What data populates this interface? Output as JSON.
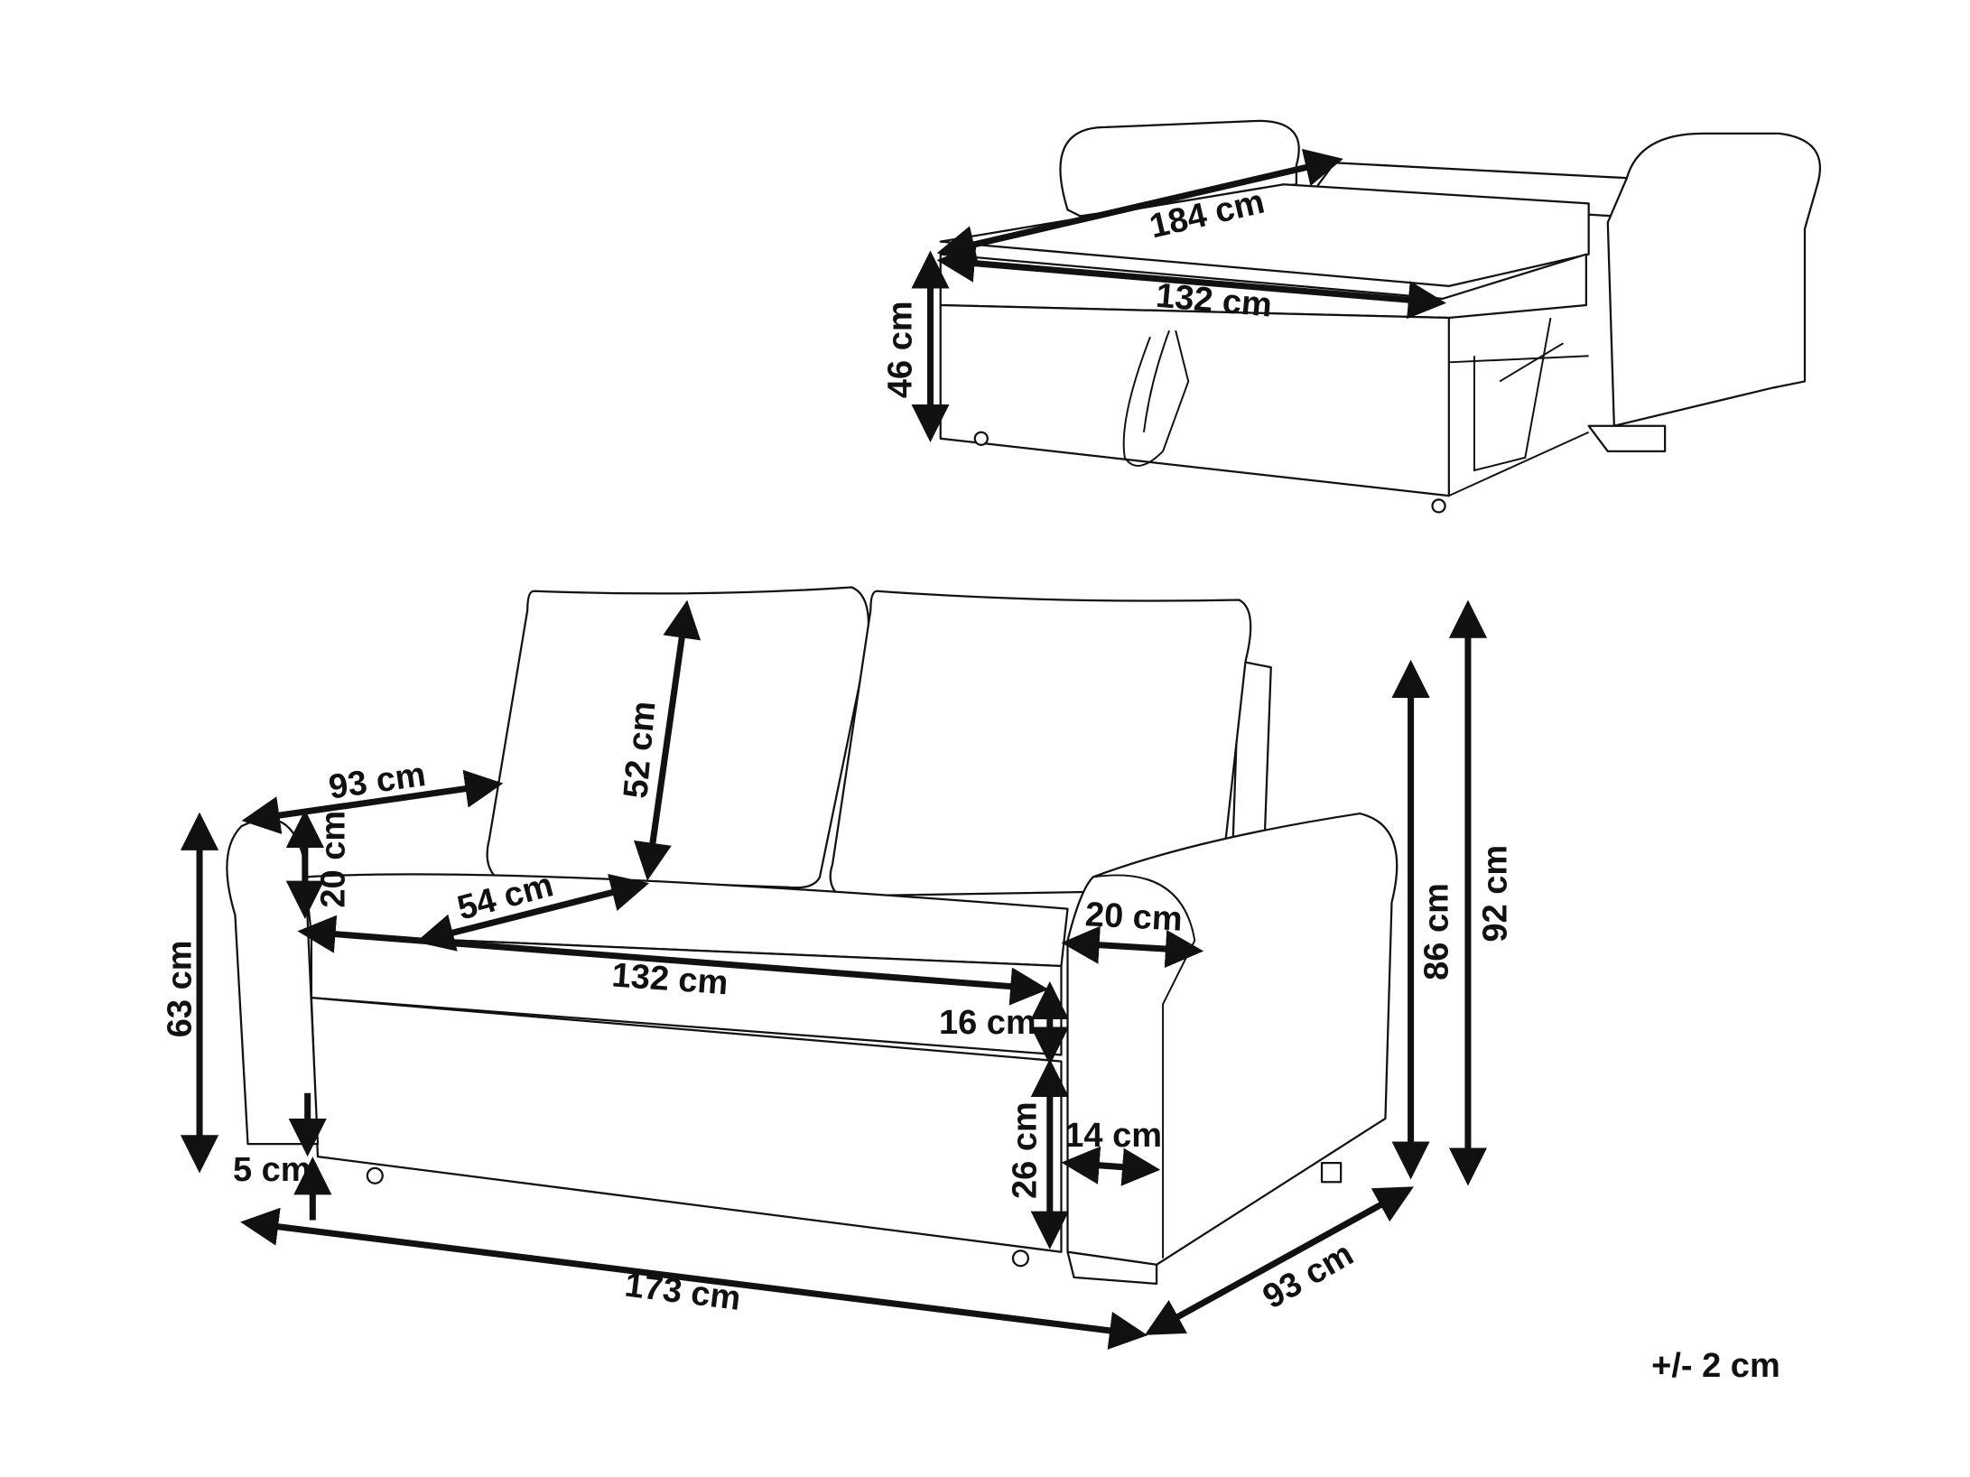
{
  "title": "Sofa bed dimensions",
  "bed_view": {
    "length_label": "184 cm",
    "mattress_width_label": "132 cm",
    "height_label": "46 cm"
  },
  "sofa_view": {
    "depth_top_label": "93 cm",
    "backrest_height_label": "52 cm",
    "armrest_top_label": "20 cm",
    "seat_depth_label": "54 cm",
    "arm_height_label": "63 cm",
    "seat_width_label": "132 cm",
    "armrest_width_label": "20 cm",
    "cushion_height_label": "16 cm",
    "seat_base_height_label": "26 cm",
    "arm_base_width_label": "14 cm",
    "leg_height_label": "5 cm",
    "total_width_label": "173 cm",
    "total_depth_label": "93 cm",
    "height_label": "86 cm",
    "total_height_label": "92 cm"
  },
  "tolerance_label": "+/- 2 cm"
}
